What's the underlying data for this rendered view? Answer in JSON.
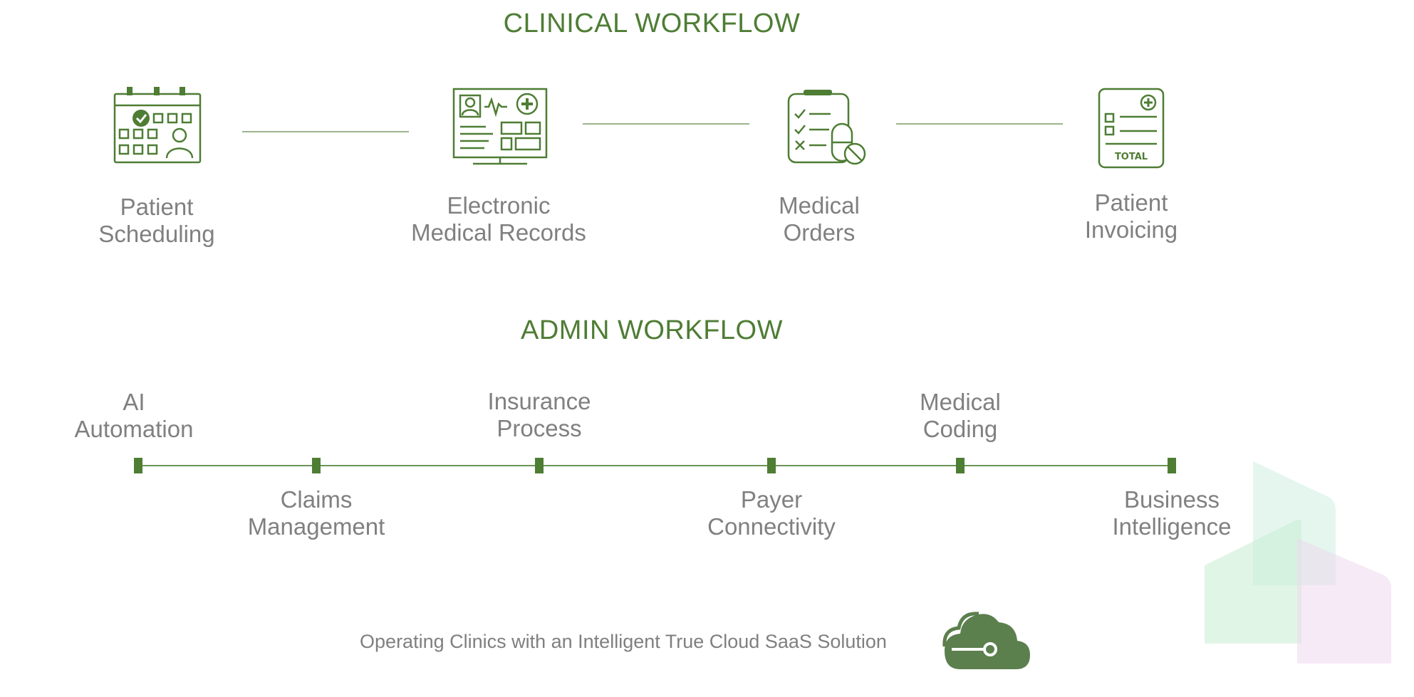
{
  "clinical": {
    "title": "CLINICAL WORKFLOW",
    "steps": [
      {
        "line1": "Patient",
        "line2": "Scheduling",
        "icon": "calendar-patient-icon"
      },
      {
        "line1": "Electronic",
        "line2": "Medical Records",
        "icon": "monitor-medical-record-icon"
      },
      {
        "line1": "Medical",
        "line2": "Orders",
        "icon": "clipboard-pill-icon"
      },
      {
        "line1": "Patient",
        "line2": "Invoicing",
        "icon": "invoice-icon"
      }
    ],
    "invoice_total_text": "TOTAL"
  },
  "admin": {
    "title": "ADMIN WORKFLOW",
    "items": [
      {
        "line1": "AI",
        "line2": "Automation",
        "position": "above"
      },
      {
        "line1": "Claims",
        "line2": "Management",
        "position": "below"
      },
      {
        "line1": "Insurance",
        "line2": "Process",
        "position": "above"
      },
      {
        "line1": "Payer",
        "line2": "Connectivity",
        "position": "below"
      },
      {
        "line1": "Medical",
        "line2": "Coding",
        "position": "above"
      },
      {
        "line1": "Business",
        "line2": "Intelligence",
        "position": "below"
      }
    ]
  },
  "footer": {
    "tagline": "Operating Clinics with an Intelligent True Cloud SaaS Solution",
    "icon": "cloud-connect-icon"
  },
  "colors": {
    "accent_green": "#4e7d34",
    "text_gray": "#808080",
    "cloud_green": "#5b7f4d"
  }
}
